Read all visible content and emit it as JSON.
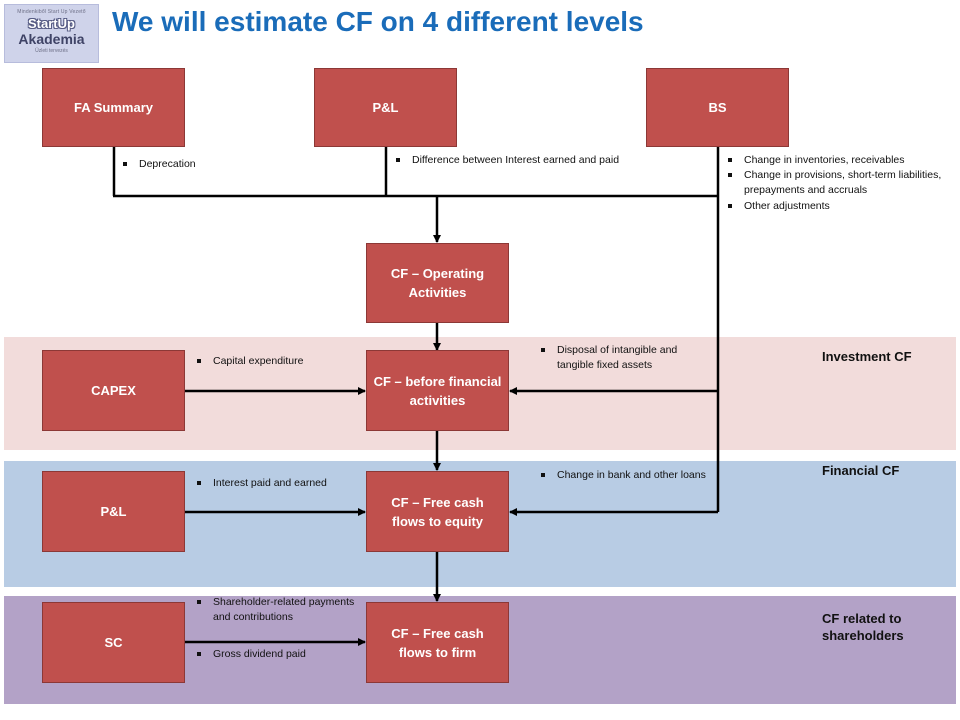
{
  "logo": {
    "top_text": "Mindenkiből Start Up Vezető",
    "line1": "StartUp",
    "line2": "Akademia",
    "bottom_text": "Üzleti tervezés"
  },
  "title": "We will estimate CF on 4 different levels",
  "bands": {
    "investment": "Investment CF",
    "financial": "Financial CF",
    "shareholders": "CF related to shareholders"
  },
  "sources": {
    "fa_summary": "FA Summary",
    "pl_top": "P&L",
    "bs": "BS",
    "capex": "CAPEX",
    "pl_mid": "P&L",
    "sc": "SC"
  },
  "flows": {
    "operating": "CF – Operating Activities",
    "before_financial": "CF –  before financial activities",
    "equity": "CF –  Free cash flows to equity",
    "firm": "CF –  Free cash flows to firm"
  },
  "notes": {
    "deprecation": "Deprecation",
    "interest_diff": "Difference between Interest earned and paid",
    "bs_1": "Change in inventories, receivables",
    "bs_2": "Change in provisions, short-term liabilities, prepayments and accruals",
    "bs_3": "Other adjustments",
    "capex": "Capital expenditure",
    "disposal": "Disposal of intangible and tangible fixed assets",
    "interest": "Interest paid and earned",
    "bank": "Change in bank and other loans",
    "shareholder": "Shareholder-related payments and contributions",
    "dividend": "Gross dividend paid"
  },
  "colors": {
    "box": "#c0504d",
    "title": "#1a6cb9",
    "band_investment": "#f2dcdb",
    "band_financial": "#b8cce4",
    "band_shareholders": "#b3a2c7"
  }
}
